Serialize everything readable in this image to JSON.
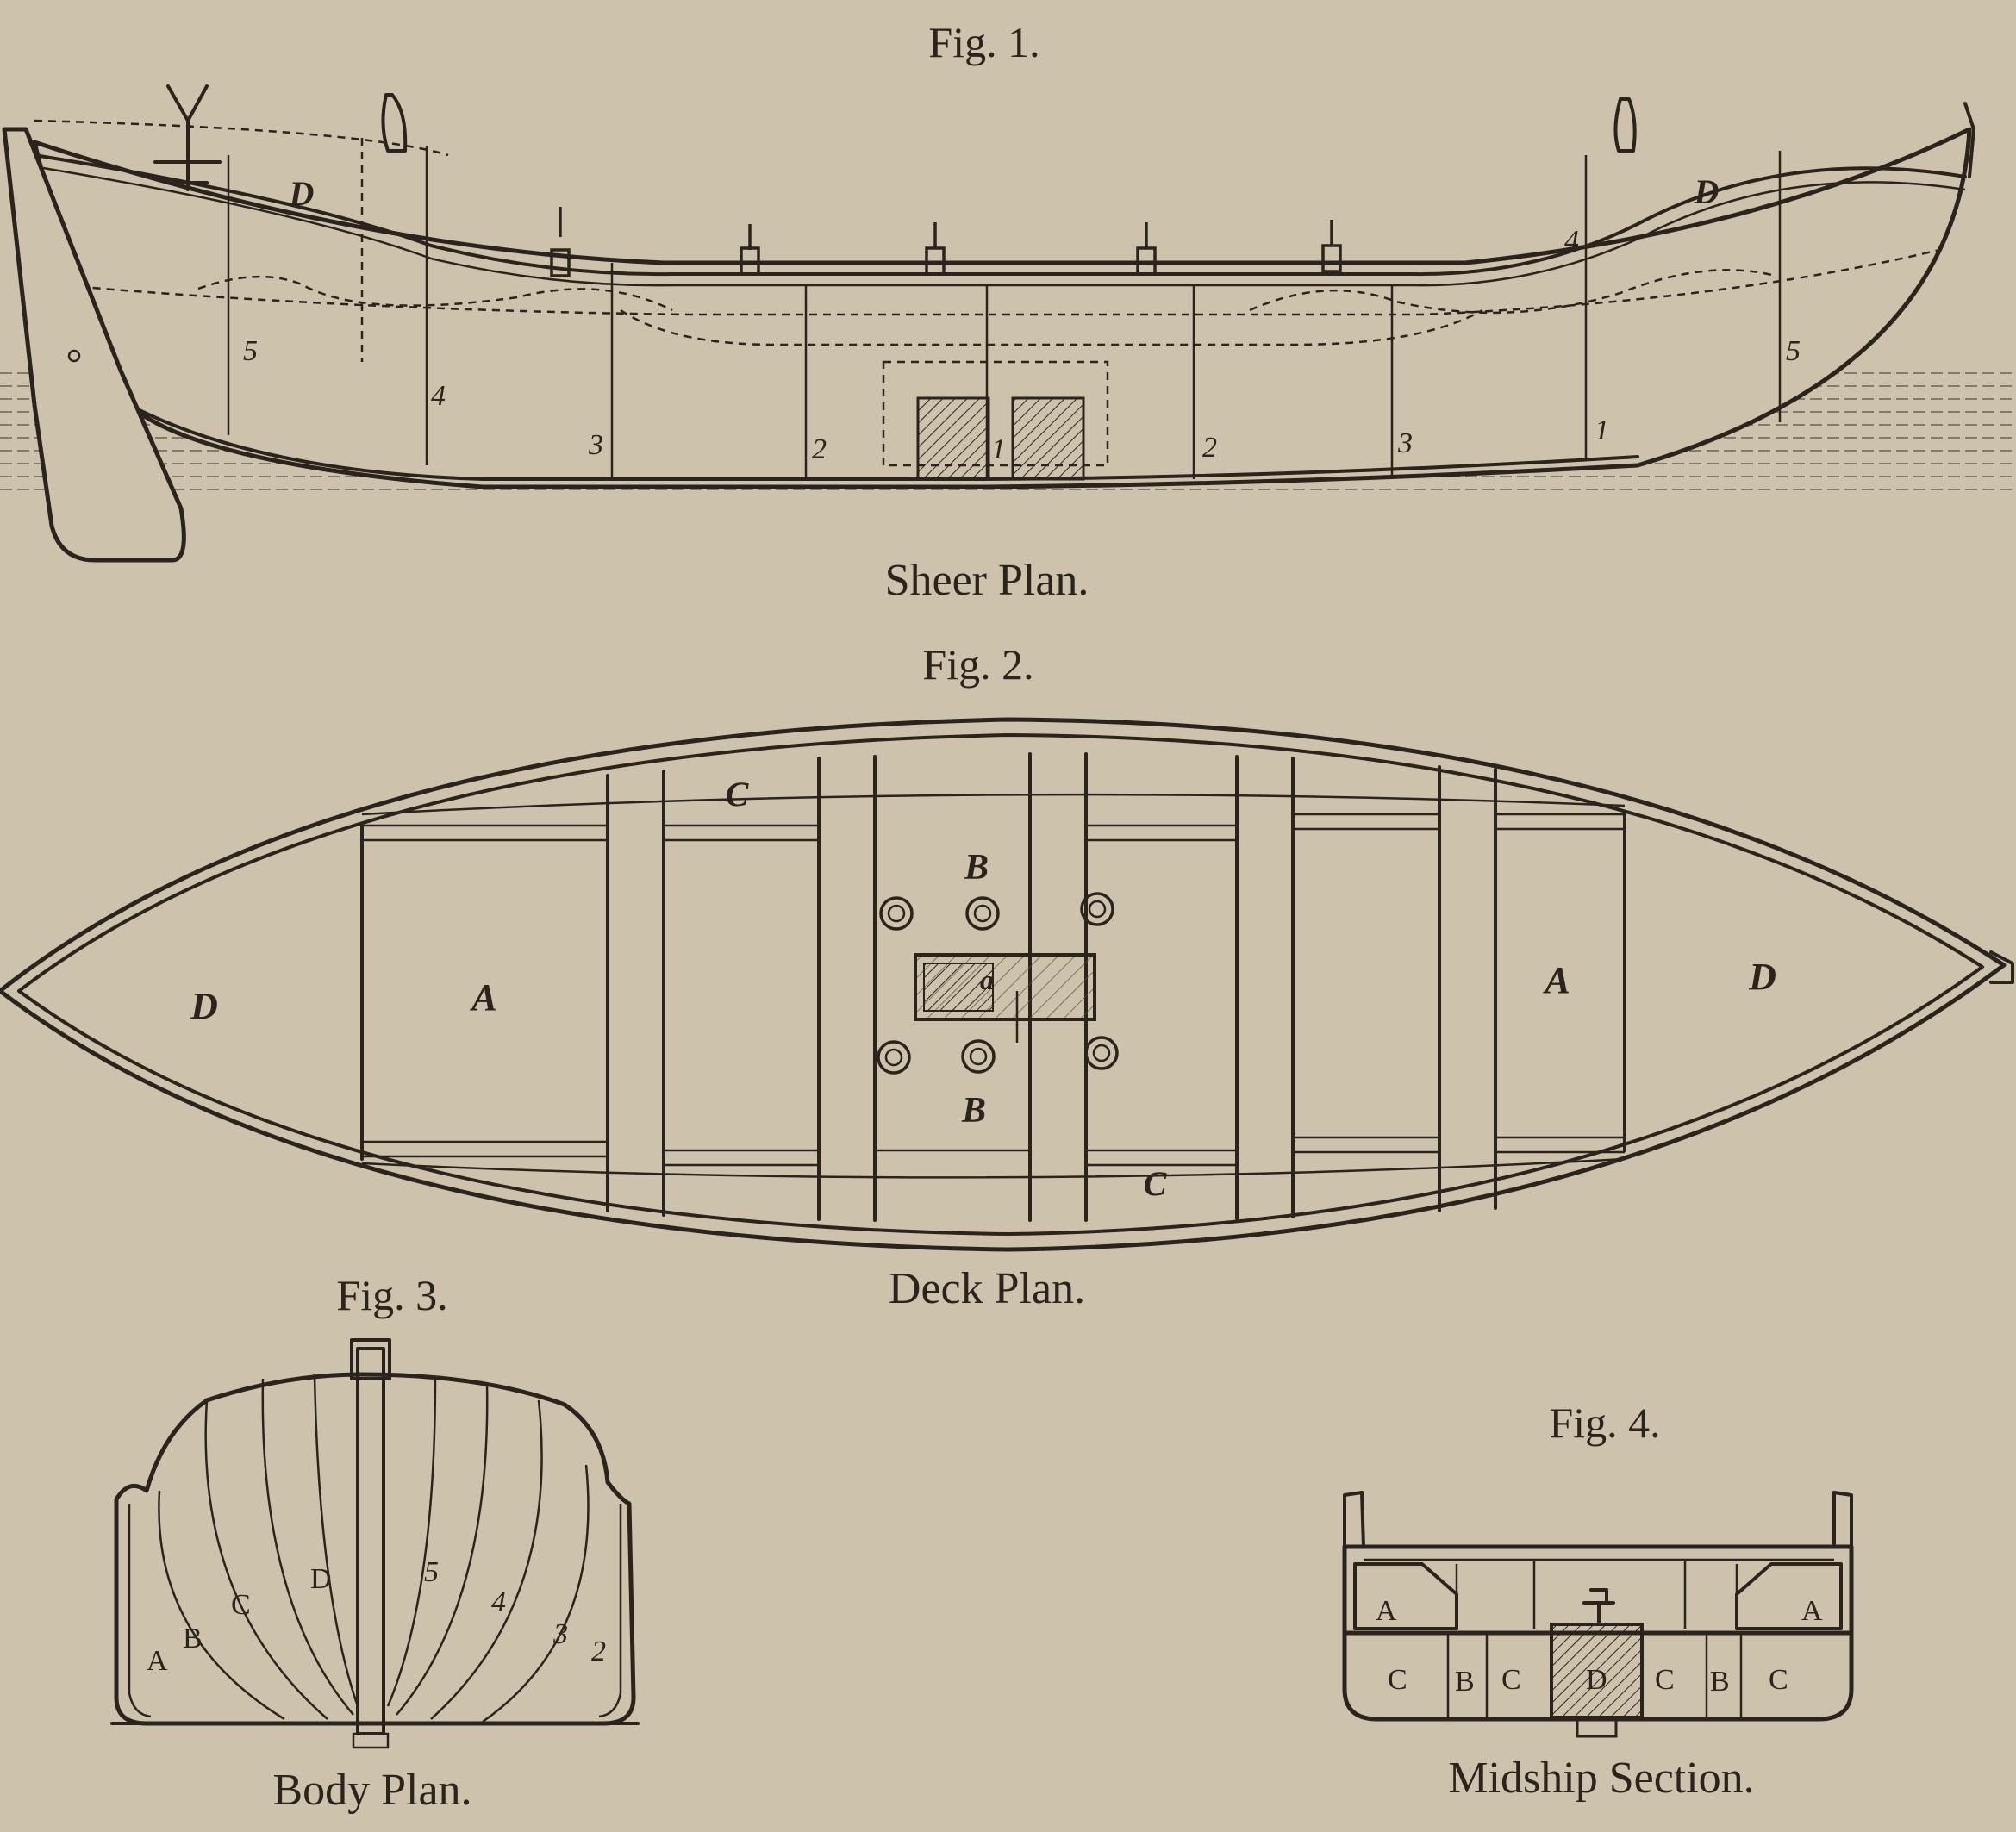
{
  "figures": {
    "fig1": {
      "label": "Fig. 1.",
      "title": "Sheer Plan.",
      "letters": [
        "D",
        "D"
      ],
      "numbers": [
        "5",
        "4",
        "3",
        "2",
        "1",
        "1",
        "2",
        "3",
        "4",
        "5"
      ]
    },
    "fig2": {
      "label": "Fig. 2.",
      "title": "Deck Plan.",
      "letters": [
        "D",
        "A",
        "B",
        "a",
        "B",
        "C",
        "C",
        "A",
        "D"
      ]
    },
    "fig3": {
      "label": "Fig. 3.",
      "title": "Body Plan.",
      "letters": [
        "A",
        "B",
        "C",
        "D"
      ],
      "numbers": [
        "5",
        "4",
        "3",
        "2"
      ]
    },
    "fig4": {
      "label": "Fig. 4.",
      "title": "Midship Section.",
      "letters": [
        "A",
        "A",
        "C",
        "B",
        "C",
        "D",
        "C",
        "B",
        "C"
      ]
    }
  }
}
